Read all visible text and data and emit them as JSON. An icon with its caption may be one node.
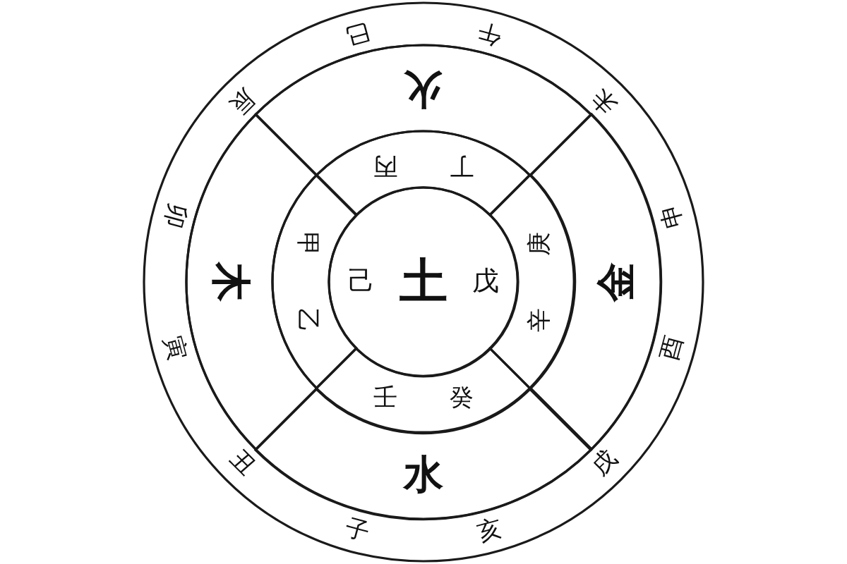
{
  "diagram": {
    "nodes": [
      {
        "text": [
          "子",
          "丑",
          "寅",
          "卯",
          "辰",
          "巳",
          "午",
          "未",
          "申",
          "酉",
          "戌",
          "亥"
        ]
      },
      {
        "text": [
          "火"
        ],
        "in": 0
      },
      {
        "text": [
          "木"
        ],
        "in": 0
      },
      {
        "text": [
          "金"
        ],
        "in": 0
      },
      {
        "text": [
          "水"
        ],
        "in": 0
      },
      {
        "text": [
          "丙",
          "丁"
        ],
        "in": 0
      },
      {
        "text": [
          "甲",
          "乙"
        ],
        "in": 0
      },
      {
        "text": [
          "庚",
          "辛"
        ],
        "in": 0
      },
      {
        "text": [
          "壬",
          "癸"
        ],
        "in": 0
      },
      {
        "text": [
          "己",
          "土",
          "戊"
        ],
        "in": 0
      }
    ]
  }
}
